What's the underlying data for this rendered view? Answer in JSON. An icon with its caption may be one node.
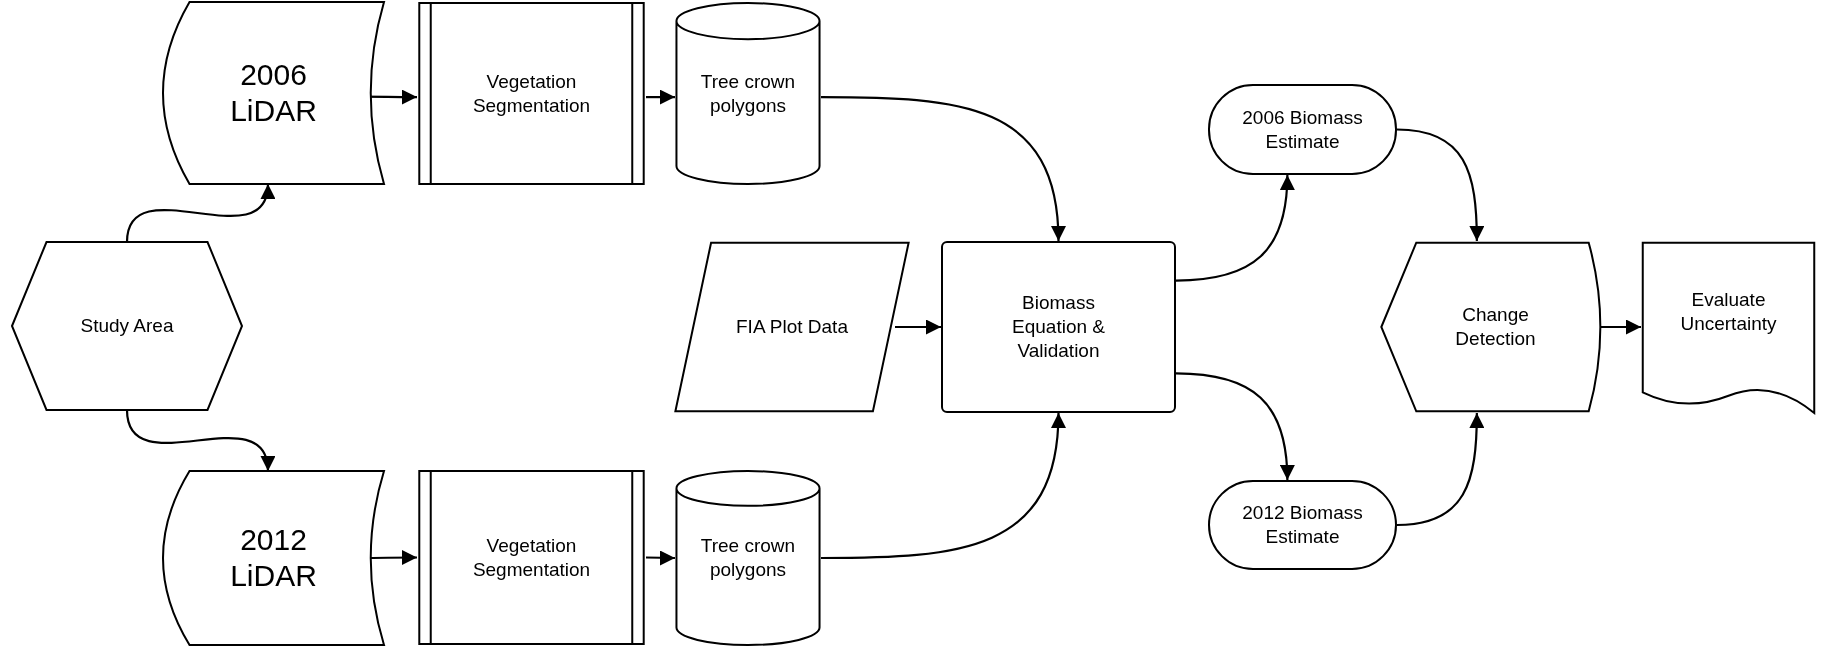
{
  "diagram": {
    "nodes": [
      {
        "text": [
          "Study Area"
        ]
      },
      {
        "text": [
          "2006 LiDAR"
        ]
      },
      {
        "text": [
          "Vegetation Segmentation"
        ]
      },
      {
        "text": [
          "Tree crown polygons"
        ]
      },
      {
        "text": [
          "2012 LiDAR"
        ]
      },
      {
        "text": [
          "Vegetation Segmentation"
        ]
      },
      {
        "text": [
          "Tree crown polygons"
        ]
      },
      {
        "text": [
          "FIA Plot Data"
        ]
      },
      {
        "text": [
          "Biomass Equation & Validation"
        ]
      },
      {
        "text": [
          "2006 Biomass Estimate"
        ]
      },
      {
        "text": [
          "2012 Biomass Estimate"
        ]
      },
      {
        "text": [
          "Change Detection"
        ]
      },
      {
        "text": [
          "Evaluate Uncertainty"
        ]
      }
    ],
    "edges": [
      {
        "from": 0,
        "to": 1,
        "arrow": "to"
      },
      {
        "from": 0,
        "to": 4,
        "arrow": "to"
      },
      {
        "from": 1,
        "to": 2,
        "arrow": "to"
      },
      {
        "from": 2,
        "to": 3,
        "arrow": "to"
      },
      {
        "from": 4,
        "to": 5,
        "arrow": "to"
      },
      {
        "from": 5,
        "to": 6,
        "arrow": "to"
      },
      {
        "from": 3,
        "to": 8,
        "arrow": "to"
      },
      {
        "from": 7,
        "to": 8,
        "arrow": "to"
      },
      {
        "from": 6,
        "to": 8,
        "arrow": "to"
      },
      {
        "from": 8,
        "to": 9,
        "arrow": "to"
      },
      {
        "from": 8,
        "to": 10,
        "arrow": "to"
      },
      {
        "from": 9,
        "to": 11,
        "arrow": "to"
      },
      {
        "from": 10,
        "to": 11,
        "arrow": "to"
      },
      {
        "from": 11,
        "to": 12,
        "arrow": "to"
      }
    ]
  }
}
